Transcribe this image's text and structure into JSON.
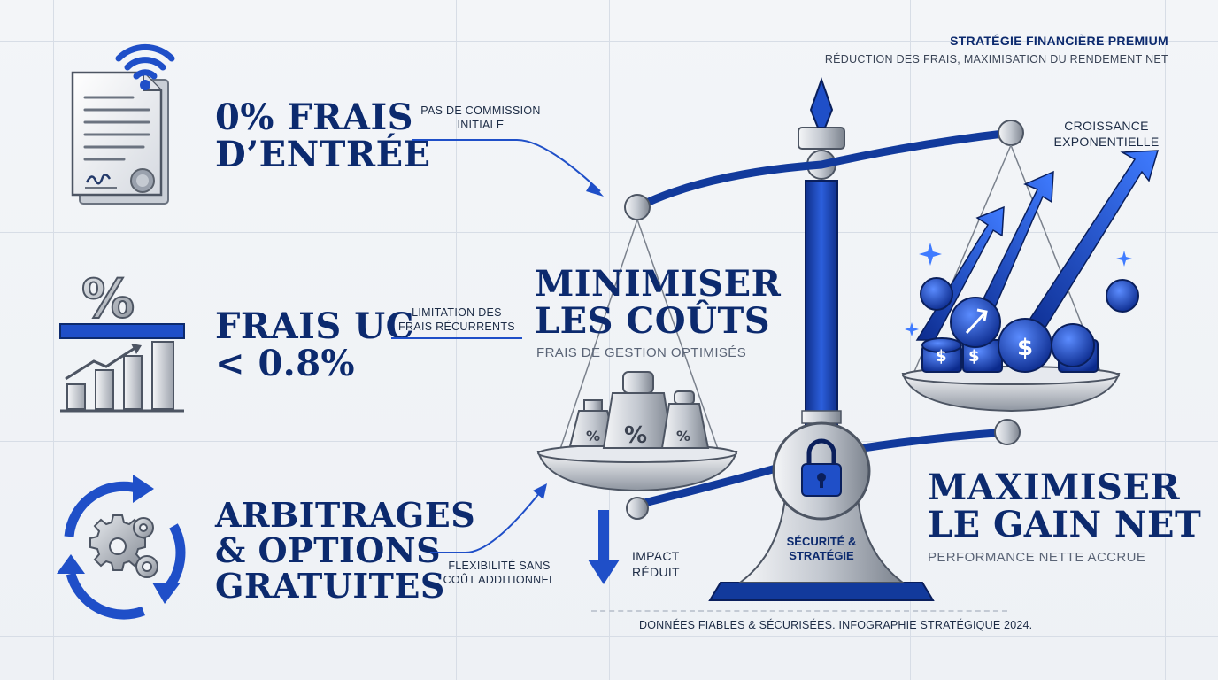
{
  "header": {
    "title": "Stratégie Financière Premium",
    "subtitle": "Réduction des frais, maximisation du rendement net"
  },
  "features": [
    {
      "title_line1": "0% FRAIS",
      "title_line2": "D’ENTRÉE",
      "note_line1": "PAS DE COMMISSION",
      "note_line2": "INITIALE",
      "icon": "contract-wifi-icon"
    },
    {
      "title_line1": "FRAIS UC",
      "title_line2": "< 0.8%",
      "note_line1": "LIMITATION DES",
      "note_line2": "FRAIS RÉCURRENTS",
      "icon": "percent-chart-icon"
    },
    {
      "title_line1": "ARBITRAGES",
      "title_line2": "& OPTIONS",
      "title_line3": "GRATUITES",
      "note_line1": "FLEXIBILITÉ SANS",
      "note_line2": "COÛT ADDITIONNEL",
      "icon": "gears-cycle-icon"
    }
  ],
  "center": {
    "minimize_line1": "MINIMISER",
    "minimize_line2": "LES COÛTS",
    "minimize_sub": "Frais de gestion optimisés",
    "impact_line1": "IMPACT",
    "impact_line2": "RÉDUIT",
    "lock_label_line1": "SÉCURITÉ &",
    "lock_label_line2": "STRATÉGIE",
    "weight_symbol": "%",
    "coin_symbol": "$"
  },
  "right": {
    "growth_line1": "CROISSANCE",
    "growth_line2": "EXPONENTIELLE",
    "maximize_line1": "MAXIMISER",
    "maximize_line2": "LE GAIN NET",
    "maximize_sub": "Performance nette accrue"
  },
  "footer": {
    "note": "Données fiables & sécurisées. Infographie stratégique 2024."
  },
  "colors": {
    "navy": "#0c2a6e",
    "accent_blue": "#1f4fc8",
    "silver": "#c9cdd4",
    "background": "#f1f3f7"
  }
}
